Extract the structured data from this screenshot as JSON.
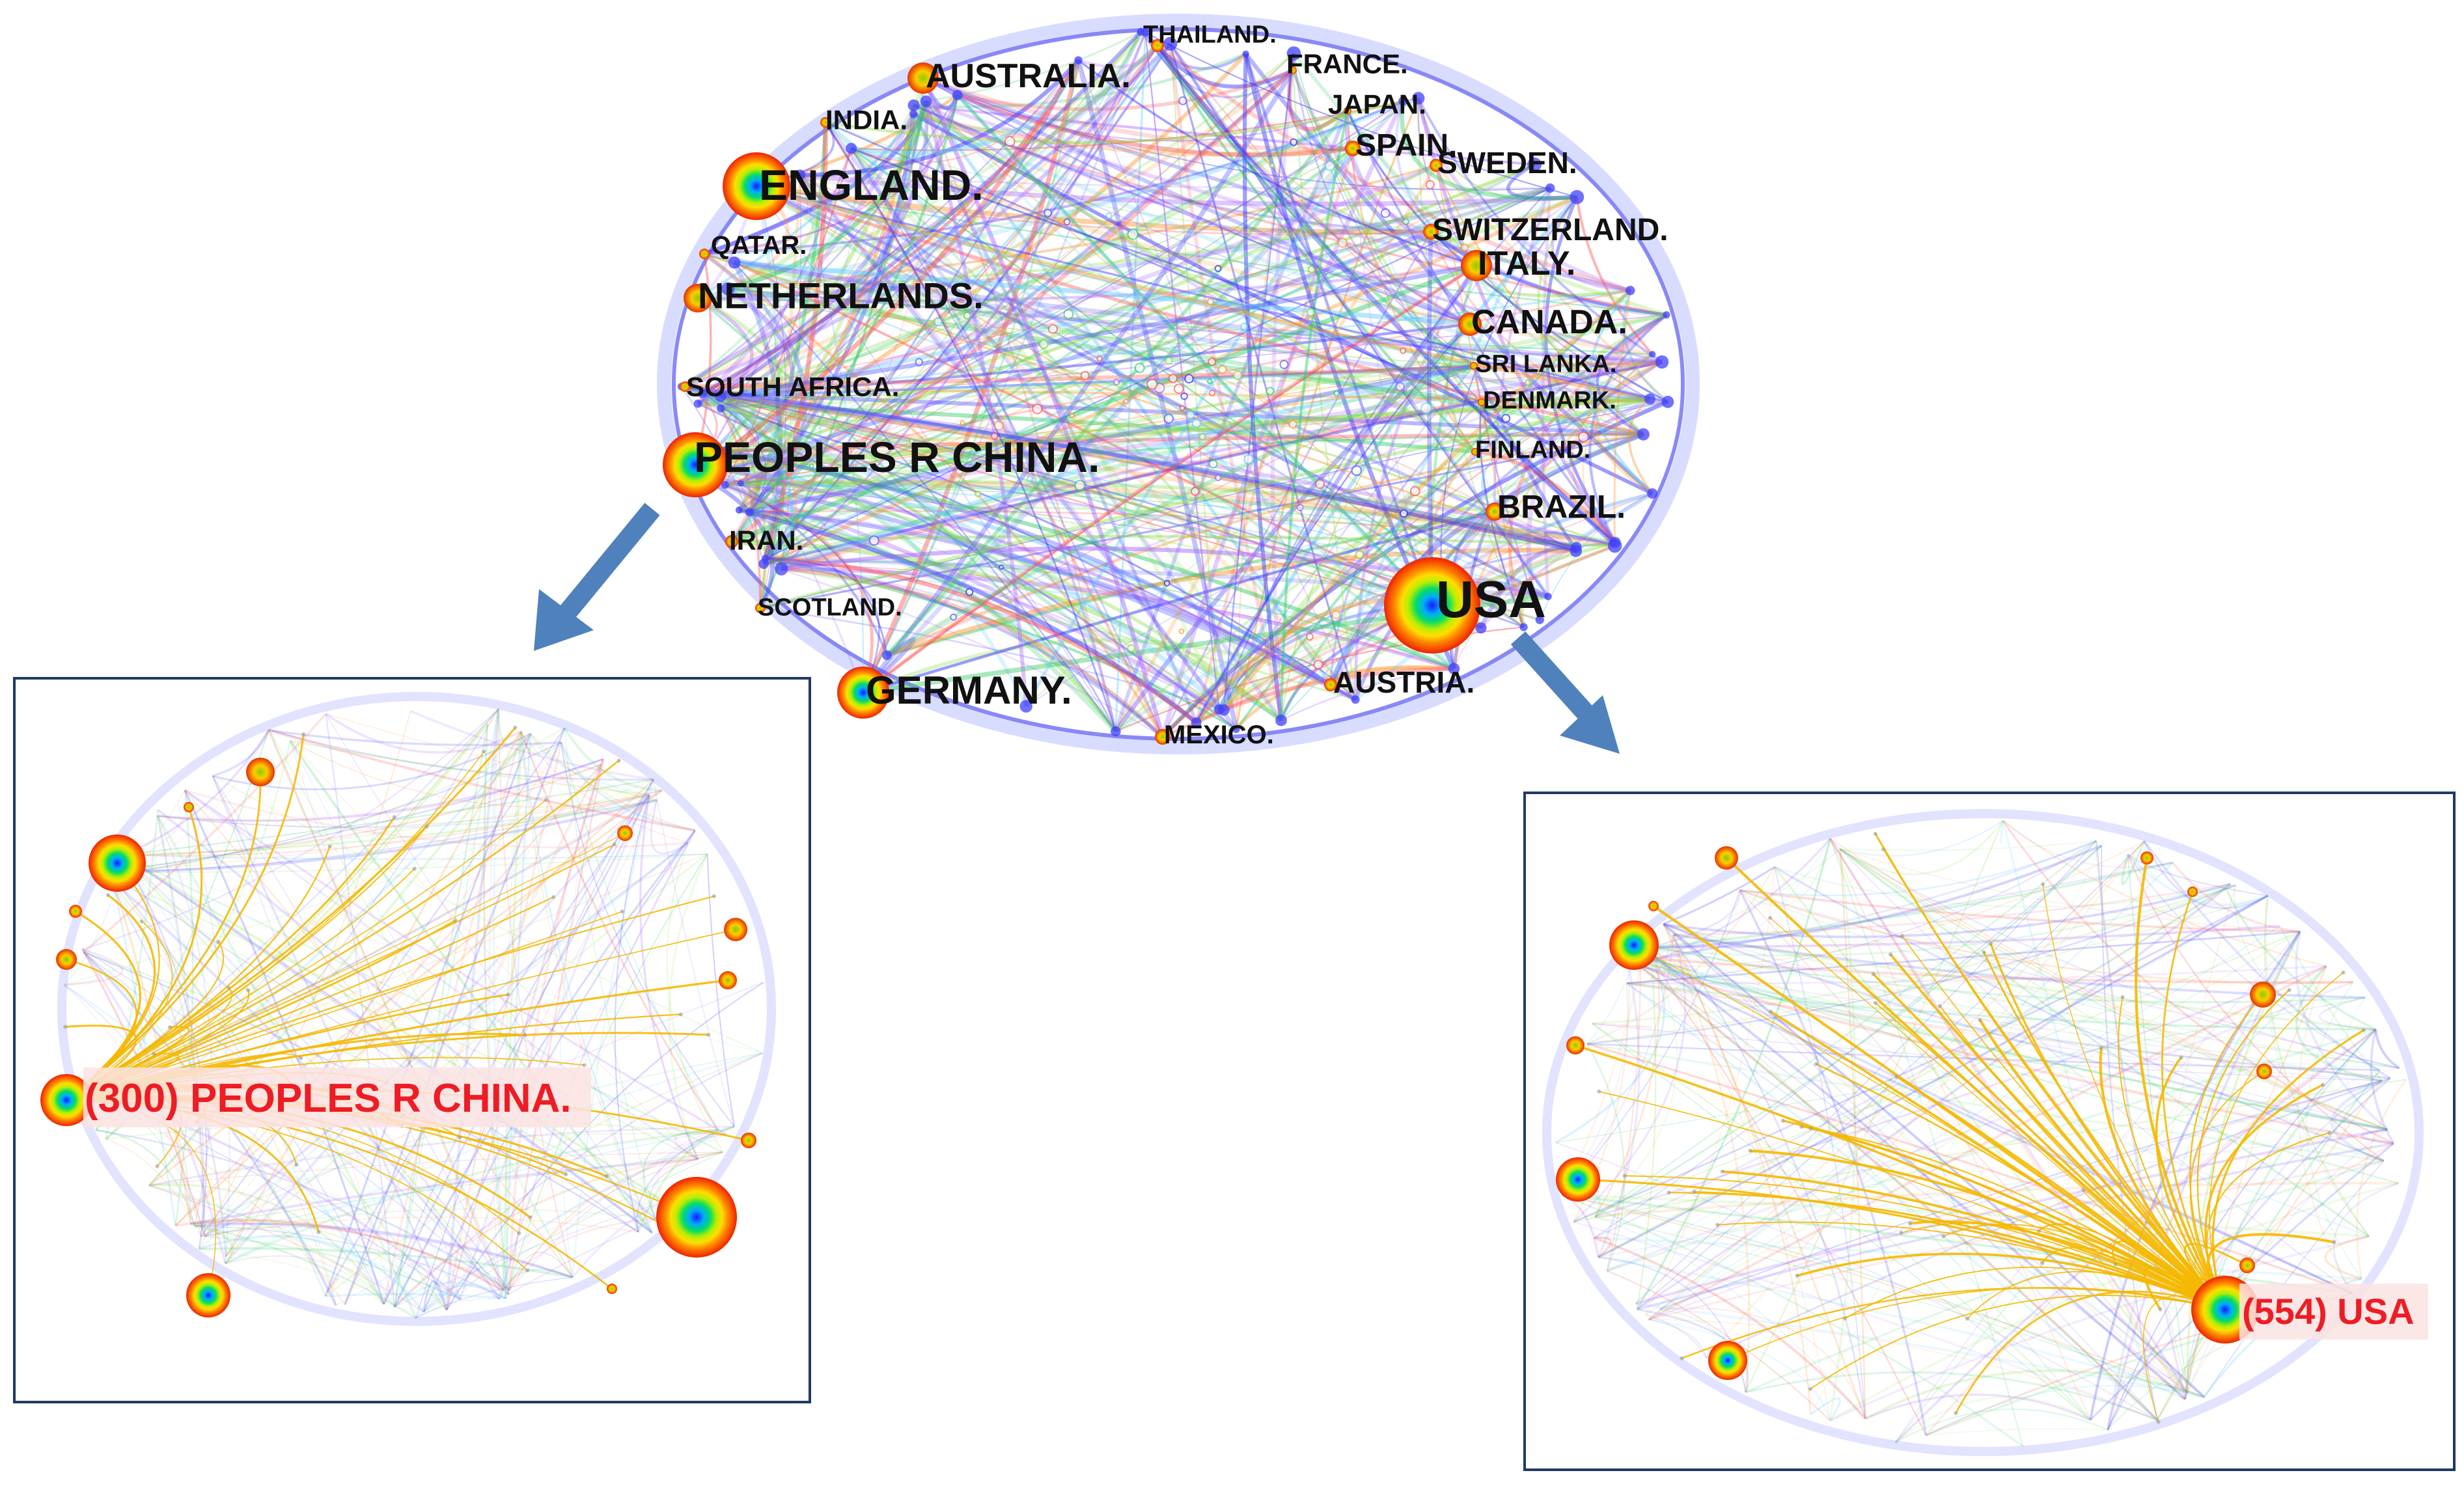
{
  "main_network": {
    "labels": [
      {
        "id": "thailand",
        "text": "THAILAND.",
        "size": "s"
      },
      {
        "id": "france",
        "text": "FRANCE.",
        "size": "s"
      },
      {
        "id": "australia",
        "text": "AUSTRALIA.",
        "size": "m"
      },
      {
        "id": "japan",
        "text": "JAPAN.",
        "size": "s"
      },
      {
        "id": "india",
        "text": "INDIA.",
        "size": "s"
      },
      {
        "id": "spain",
        "text": "SPAIN.",
        "size": "s"
      },
      {
        "id": "sweden",
        "text": "SWEDEN.",
        "size": "s"
      },
      {
        "id": "england",
        "text": "ENGLAND.",
        "size": "l"
      },
      {
        "id": "switzerland",
        "text": "SWITZERLAND.",
        "size": "s"
      },
      {
        "id": "qatar",
        "text": "QATAR.",
        "size": "s"
      },
      {
        "id": "italy",
        "text": "ITALY.",
        "size": "m"
      },
      {
        "id": "netherlands",
        "text": "NETHERLANDS.",
        "size": "m"
      },
      {
        "id": "canada",
        "text": "CANADA.",
        "size": "m"
      },
      {
        "id": "sri_lanka",
        "text": "SRI LANKA.",
        "size": "xs"
      },
      {
        "id": "south_africa",
        "text": "SOUTH AFRICA.",
        "size": "s"
      },
      {
        "id": "denmark",
        "text": "DENMARK.",
        "size": "xs"
      },
      {
        "id": "china",
        "text": "PEOPLES R CHINA.",
        "size": "l"
      },
      {
        "id": "finland",
        "text": "FINLAND.",
        "size": "xs"
      },
      {
        "id": "brazil",
        "text": "BRAZIL.",
        "size": "m"
      },
      {
        "id": "iran",
        "text": "IRAN.",
        "size": "s"
      },
      {
        "id": "usa",
        "text": "USA",
        "size": "xl"
      },
      {
        "id": "scotland",
        "text": "SCOTLAND.",
        "size": "s"
      },
      {
        "id": "germany",
        "text": "GERMANY.",
        "size": "l"
      },
      {
        "id": "austria",
        "text": "AUSTRIA.",
        "size": "s"
      },
      {
        "id": "mexico",
        "text": "MEXICO.",
        "size": "s"
      }
    ]
  },
  "china_panel": {
    "callout": "(300) PEOPLES R CHINA."
  },
  "usa_panel": {
    "callout": "(554) USA"
  },
  "colors": {
    "highlight_link": "#f5b800",
    "arrow": "#4f81bd",
    "panel_border": "#1f3a63",
    "callout_text": "#ee1c24",
    "callout_bg": "#fbe3e3"
  }
}
